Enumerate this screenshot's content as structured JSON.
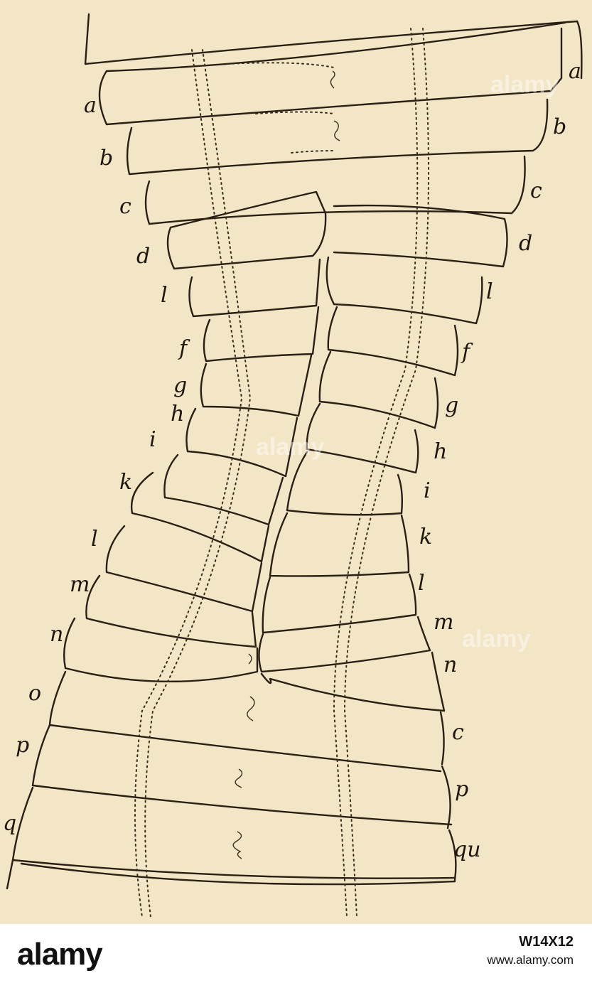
{
  "figure": {
    "left_labels": [
      "a",
      "b",
      "c",
      "d",
      "l",
      "f",
      "g",
      "h",
      "i",
      "k",
      "l",
      "m",
      "n",
      "o",
      "p",
      "q"
    ],
    "right_labels": [
      "a",
      "b",
      "c",
      "d",
      "l",
      "f",
      "g",
      "h",
      "i",
      "k",
      "l",
      "m",
      "n",
      "c",
      "p",
      "qu"
    ]
  },
  "watermark": {
    "brand": "alamy",
    "image_code": "W14X12",
    "site": "www.alamy.com"
  }
}
